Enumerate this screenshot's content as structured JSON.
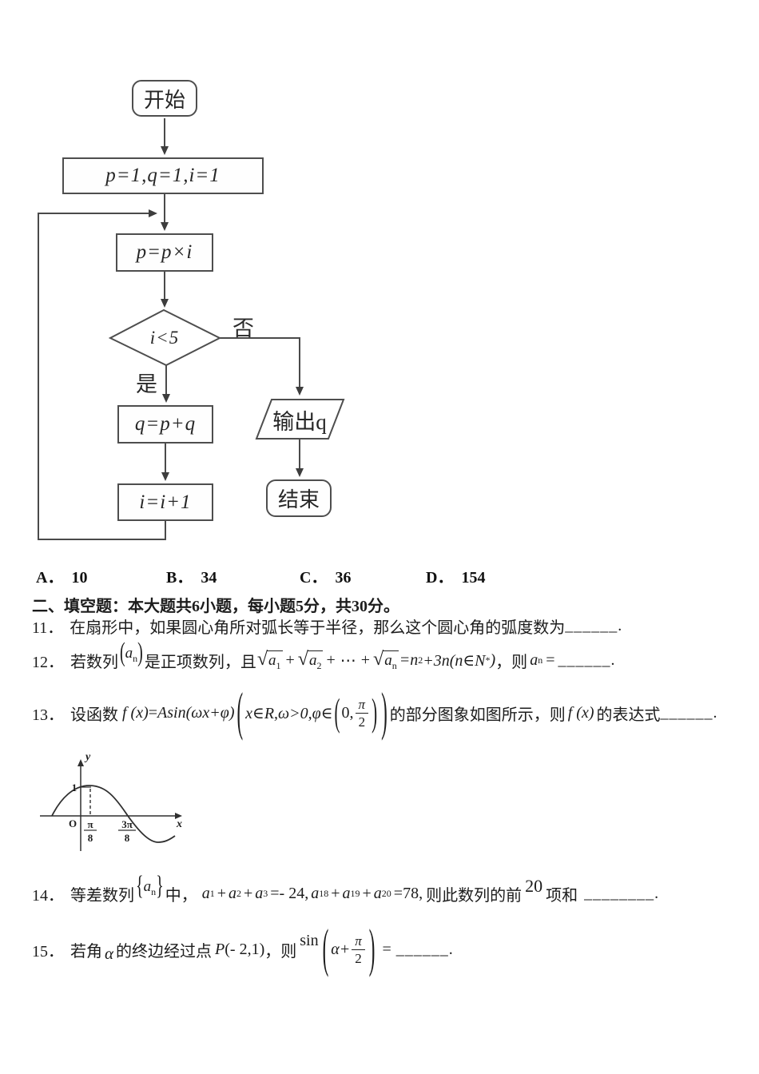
{
  "colors": {
    "line": "#4a4a4a",
    "text": "#1f1f1f"
  },
  "flowchart": {
    "start": "开始",
    "init": "p=1,q=1,i=1",
    "multiply": "p=p×i",
    "decision": "i<5",
    "no": "否",
    "yes": "是",
    "add": "q=p+q",
    "increment": "i=i+1",
    "output": "输出q",
    "end": "结束"
  },
  "answers": {
    "options": [
      {
        "label": "A．",
        "value": "10"
      },
      {
        "label": "B．",
        "value": "34"
      },
      {
        "label": "C．",
        "value": "36"
      },
      {
        "label": "D．",
        "value": "154"
      }
    ]
  },
  "section": {
    "title": "二、填空题：本大题共6小题，每小题5分，共30分。"
  },
  "q11": {
    "no": "11．",
    "text": "在扇形中，如果圆心角所对弧长等于半径，那么这个圆心角的弧度数为",
    "blank": "______",
    "period": "."
  },
  "q12": {
    "no": "12．",
    "t1": "若数列",
    "so": "(",
    "sb": "a",
    "ss": "n",
    "sc": ")",
    "t2": "是正项数列，且",
    "sqrt": "√",
    "r1b": "a",
    "r1s": "1",
    "p1": "+",
    "r2b": "a",
    "r2s": "2",
    "p2": "+",
    "dots": "⋯",
    "p3": "+",
    "rnb": "a",
    "rns": "n",
    "e1": "=n",
    "sup2": "2",
    "e2": "+3n(n∈N",
    "star": "*",
    "e3": ")",
    "t3": "，则",
    "anb": "a",
    "ans": "n",
    "eq": "=",
    "blank": "______",
    "period": "."
  },
  "q13": {
    "no": "13．",
    "t1": "设函数",
    "fx": "f (x)",
    "eq": "=",
    "expr": "Asin(ωx+φ)",
    "big_open": "(",
    "cond": "x∈R,ω>0,φ∈",
    "in_open": "(",
    "zero": "0,",
    "frac_num": "π",
    "frac_den": "2",
    "in_close": ")",
    "big_close": ")",
    "t2": "的部分图象如图所示，则",
    "fx2": "f (x)",
    "t3": "的表达式",
    "blank": "______",
    "period": "."
  },
  "graph": {
    "y": "y",
    "x": "x",
    "one": "1",
    "o": "O",
    "t1n": "π",
    "t1d": "8",
    "t2n": "3π",
    "t2d": "8"
  },
  "q14": {
    "no": "14．",
    "t1": "等差数列",
    "so": "{",
    "sb": "a",
    "ss": "n",
    "sc": "}",
    "t2": "中，",
    "a1": "a",
    "s1": "1",
    "p1": "+",
    "a2": "a",
    "s2": "2",
    "p2": "+",
    "a3": "a",
    "s3": "3",
    "e1": "=- 24,",
    "a18": "a",
    "s18": "18",
    "p3": "+",
    "a19": "a",
    "s19": "19",
    "p4": "+",
    "a20": "a",
    "s20": "20",
    "e2": "=78,",
    "t3": "则此数列的前",
    "twenty": "20",
    "t4": "项和",
    "blank": "________",
    "period": "."
  },
  "q15": {
    "no": "15．",
    "t1": "若角",
    "alpha": "α",
    "t2": "的终边经过点",
    "point_p": "P",
    "point_rest": "(- 2,1)",
    "t3": "，则",
    "sin": "sin",
    "big_open": "(",
    "arg": "α+",
    "frac_num": "π",
    "frac_den": "2",
    "big_close": ")",
    "eq": "=",
    "blank": "______",
    "period": "."
  }
}
